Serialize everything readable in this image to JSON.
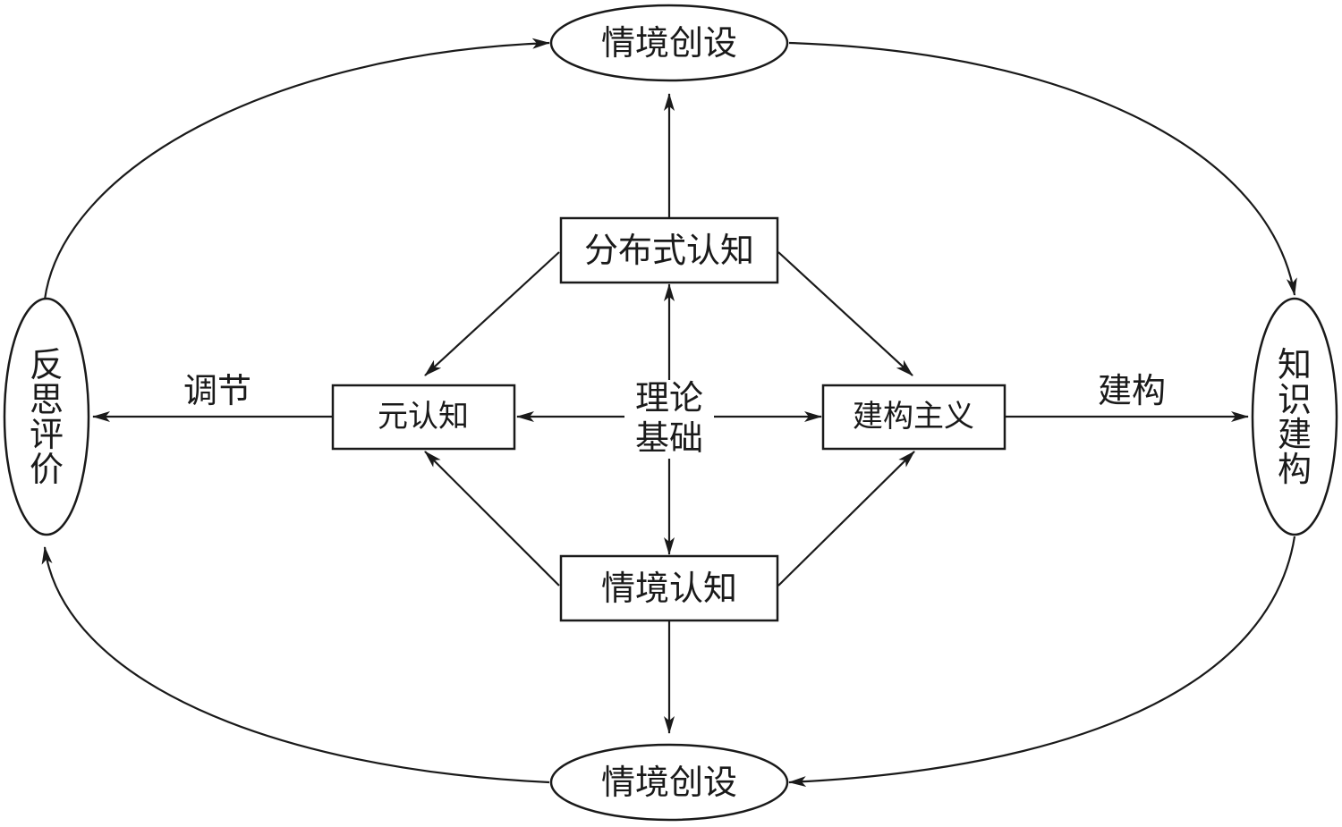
{
  "diagram": {
    "nodes": {
      "top": "情境创设",
      "bottom": "情境创设",
      "left": [
        "反",
        "思",
        "评",
        "价"
      ],
      "right": [
        "知",
        "识",
        "建",
        "构"
      ],
      "distributed": "分布式认知",
      "meta": "元认知",
      "constructivism": "建构主义",
      "situated": "情境认知"
    },
    "center_label": [
      "理论",
      "基础"
    ],
    "edge_labels": {
      "left": "调节",
      "right": "建构"
    }
  }
}
